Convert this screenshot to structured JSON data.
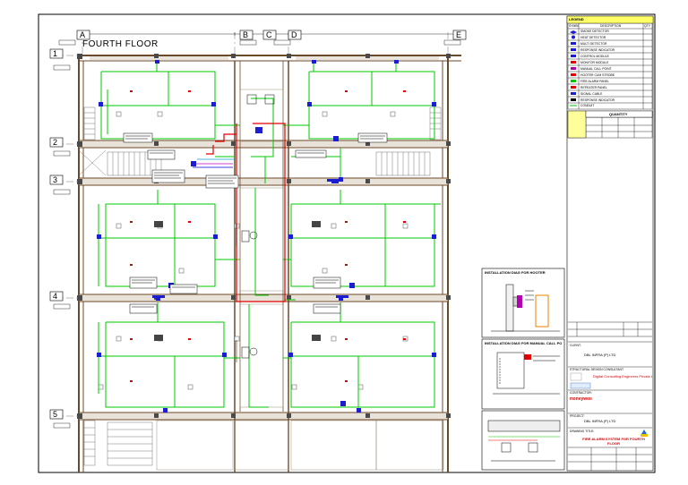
{
  "drawing": {
    "floor_title": "FOURTH FLOOR",
    "grid_columns": [
      "A",
      "B",
      "C",
      "D",
      "E"
    ],
    "grid_rows": [
      "1",
      "2",
      "3",
      "4",
      "5"
    ]
  },
  "details": {
    "hooter_title": "INSTALLATION DIAG FOR HOOTER",
    "mcp_title": "INSTALLATION DIAG FOR MANUAL CALL POINT"
  },
  "title_block": {
    "legend_header": "LEGEND",
    "sym_col": "SYMBOL",
    "desc_col": "DESCRIPTION",
    "qty_col": "QTY",
    "legend_rows": [
      "SMOKE DETECTOR",
      "HEAT DETECTOR",
      "MULTI DETECTOR",
      "RESPONSE INDICATOR",
      "CONTROL MODULE",
      "MONITOR MODULE",
      "MANUAL CALL POINT",
      "HOOTER CUM STROBE",
      "FIRE ALARM PANEL",
      "REPEATER PANEL",
      "SIGNAL CABLE",
      "RESPONSE INDICATOR",
      "CONDUIT"
    ],
    "quantity_header": "QUANTITY",
    "client_label": "CLIENT:",
    "client_name": "DBL INFRA (P) LTD",
    "consultant_label": "STRUCTURAL DESIGN CONSULTANT:",
    "consultant_name": "Digital Consulting Engineers Private Ltd",
    "contractor_label": "CONTRACTOR:",
    "contractor_name": "Honeywell",
    "project_label": "PROJECT:",
    "project_name": "DBL INFRA (P) LTD",
    "drawing_title_label": "DRAWING TITLE:",
    "drawing_title": "FIRE ALARM SYSTEM FOR FOURTH FLOOR"
  }
}
